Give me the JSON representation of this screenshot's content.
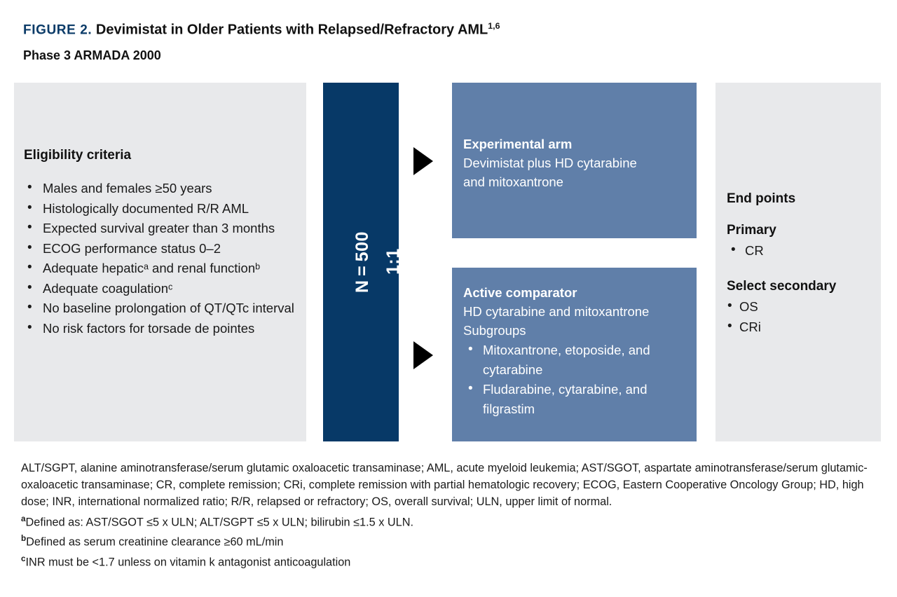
{
  "header": {
    "figure_label": "FIGURE 2.",
    "title": "Devimistat in Older Patients with Relapsed/Refractory AML",
    "title_superscript": "1,6",
    "subtitle": "Phase 3 ARMADA 2000"
  },
  "colors": {
    "navy": "#073967",
    "steel_blue": "#607fa9",
    "light_gray": "#e8e9eb",
    "heading_blue": "#0b3b68",
    "text": "#1a1a1a",
    "arrow": "#000000"
  },
  "eligibility": {
    "heading": "Eligibility criteria",
    "criteria": [
      "Males and females ≥50 years",
      "Histologically documented R/R AML",
      "Expected survival greater than 3 months",
      "ECOG performance status 0–2",
      "Adequate hepaticᵃ and renal functionᵇ",
      "Adequate coagulationᶜ",
      "No baseline prolongation of QT/QTc interval",
      "No risk factors for torsade de pointes"
    ]
  },
  "randomization": {
    "enrollment": "N = 500",
    "ratio": "1:1"
  },
  "arms": {
    "experimental": {
      "title": "Experimental arm",
      "lines": [
        "Devimistat plus HD cytarabine",
        "and mitoxantrone"
      ]
    },
    "comparator": {
      "title": "Active comparator",
      "lines": [
        "HD cytarabine and mitoxantrone",
        "Subgroups"
      ],
      "subgroups": [
        "Mitoxantrone, etoposide, and cytarabine",
        "Fludarabine, cytarabine, and filgrastim"
      ]
    }
  },
  "endpoints": {
    "title": "End points",
    "primary_label": "Primary",
    "primary": [
      "CR"
    ],
    "secondary_label": "Select secondary",
    "secondary": [
      "OS",
      "CRi"
    ]
  },
  "footnotes": {
    "abbreviations": "ALT/SGPT, alanine aminotransferase/serum glutamic oxaloacetic transaminase; AML, acute myeloid leukemia; AST/SGOT, aspartate aminotransferase/serum glutamic-oxaloacetic transaminase; CR, complete remission; CRi, complete remission with partial hematologic recovery; ECOG, Eastern Cooperative Oncology Group; HD, high dose; INR, international normalized ratio; R/R, relapsed or refractory; OS, overall survival; ULN, upper limit of normal.",
    "notes": [
      {
        "marker": "a",
        "text": "Defined as: AST/SGOT ≤5 x ULN; ALT/SGPT ≤5 x ULN; bilirubin ≤1.5 x ULN."
      },
      {
        "marker": "b",
        "text": "Defined as serum creatinine clearance ≥60 mL/min"
      },
      {
        "marker": "c",
        "text": "INR must be <1.7 unless on vitamin k antagonist anticoagulation"
      }
    ]
  }
}
